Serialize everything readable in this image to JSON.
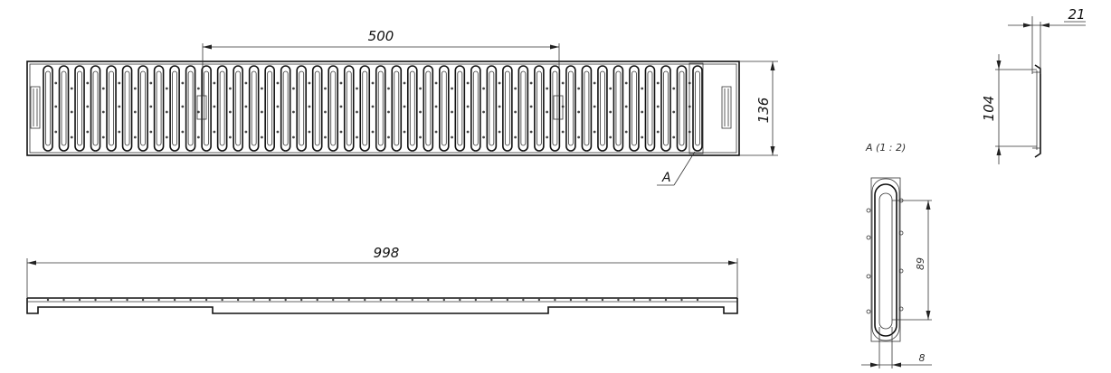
{
  "drawing": {
    "dimensions": {
      "spacing_500": "500",
      "height_136": "136",
      "length_998": "998",
      "top_21": "21",
      "side_104": "104",
      "detail_89": "89",
      "detail_8": "8"
    },
    "callout_label": "A",
    "detail_title": "A (1 : 2)",
    "slot_count": 42
  }
}
